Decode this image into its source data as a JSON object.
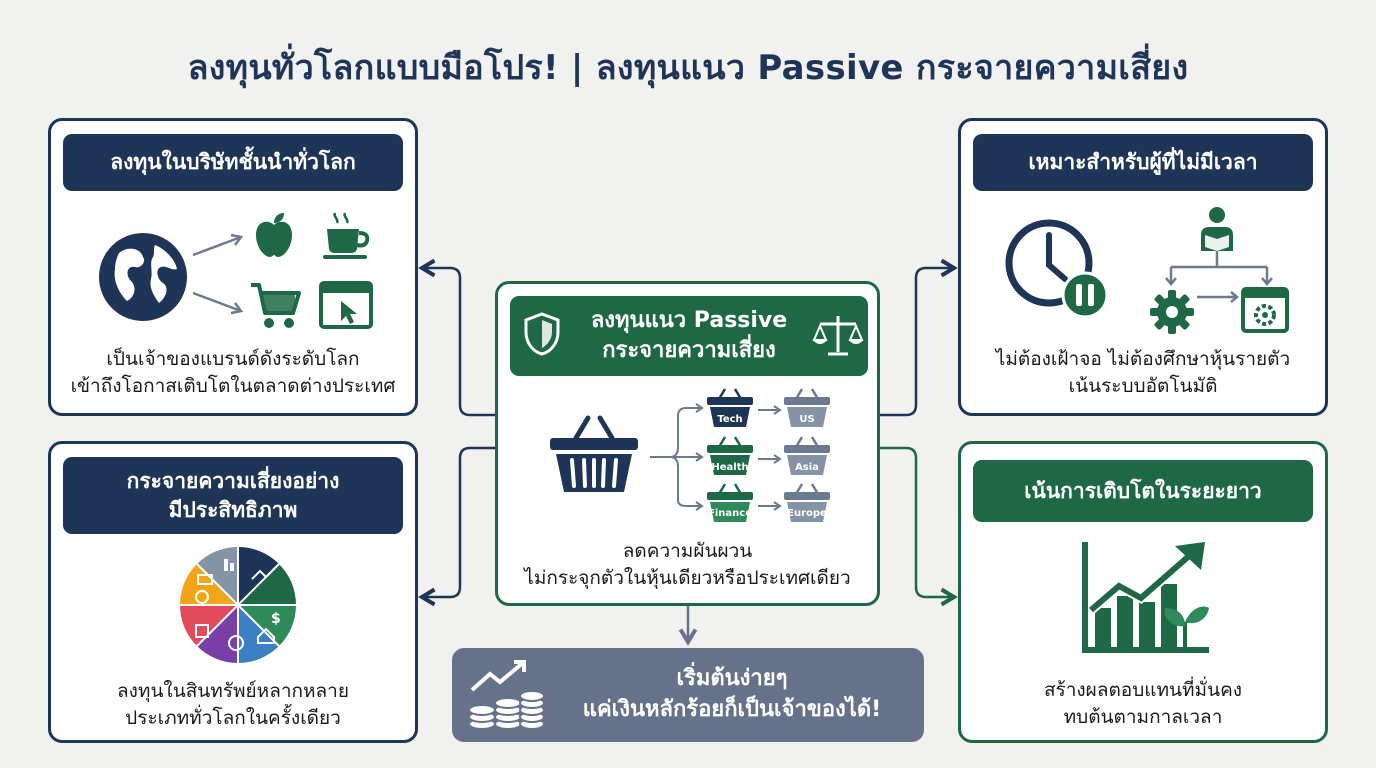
{
  "title": "ลงทุนทั่วโลกแบบมือโปร! | ลงทุนแนว Passive กระจายความเสี่ยง",
  "cards": {
    "global_companies": {
      "header": "ลงทุนในบริษัทชั้นนำทั่วโลก",
      "caption_lines": [
        "เป็นเจ้าของแบรนด์ดังระดับโลก",
        "เข้าถึงโอกาสเติบโตในตลาดต่างประเทศ"
      ]
    },
    "diversify": {
      "header_lines": [
        "กระจายความเสี่ยงอย่าง",
        "มีประสิทธิภาพ"
      ],
      "caption_lines": [
        "ลงทุนในสินทรัพย์หลากหลาย",
        "ประเภททั่วโลกในครั้งเดียว"
      ]
    },
    "center": {
      "header_lines": [
        "ลงทุนแนว Passive",
        "กระจายความเสี่ยง"
      ],
      "caption_lines": [
        "ลดความผันผวน",
        "ไม่กระจุกตัวในหุ้นเดียวหรือประเทศเดียว"
      ],
      "sector_labels": [
        "Tech",
        "Health",
        "Finance"
      ],
      "region_labels": [
        "US",
        "Asia",
        "Europe"
      ]
    },
    "no_time": {
      "header": "เหมาะสำหรับผู้ที่ไม่มีเวลา",
      "caption_lines": [
        "ไม่ต้องเฝ้าจอ ไม่ต้องศึกษาหุ้นรายตัว",
        "เน้นระบบอัตโนมัติ"
      ]
    },
    "long_term": {
      "header": "เน้นการเติบโตในระยะยาว",
      "caption_lines": [
        "สร้างผลตอบแทนที่มั่นคง",
        "ทบต้นตามกาลเวลา"
      ]
    }
  },
  "cta": {
    "lines": [
      "เริ่มต้นง่ายๆ",
      "แค่เงินหลักร้อยก็เป็นเจ้าของได้!"
    ]
  },
  "colors": {
    "navy": "#1f3558",
    "green": "#1e6845",
    "slate": "#66718a",
    "background": "#f1f1ef"
  },
  "icons": [
    "globe-icon",
    "apple-icon",
    "coffee-cup-icon",
    "shopping-cart-icon",
    "browser-window-icon",
    "shield-icon",
    "scales-icon",
    "basket-icon",
    "clock-icon",
    "pause-icon",
    "reader-icon",
    "gear-icon",
    "settings-window-icon",
    "pie-chart-icon",
    "growth-chart-icon",
    "plant-icon",
    "coins-icon"
  ]
}
